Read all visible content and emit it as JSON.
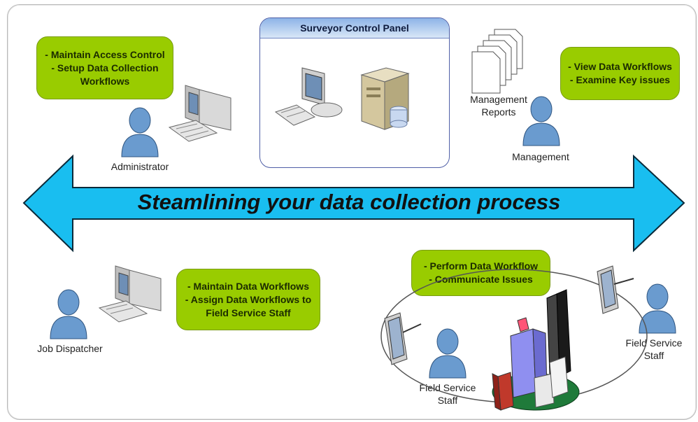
{
  "panel": {
    "title": "Surveyor Control Panel"
  },
  "callouts": {
    "administrator": [
      "- Maintain Access Control",
      "- Setup Data Collection",
      "Workflows"
    ],
    "management": [
      "- View Data Workflows",
      "- Examine Key issues"
    ],
    "dispatcher": [
      "- Maintain Data Workflows",
      "- Assign Data Workflows to",
      "Field Service Staff"
    ],
    "field_service": [
      "- Perform Data Workflow",
      "- Communicate Issues"
    ]
  },
  "labels": {
    "administrator": "Administrator",
    "management_reports": [
      "Management",
      "Reports"
    ],
    "management": "Management",
    "job_dispatcher": "Job Dispatcher",
    "field_service_left": [
      "Field Service",
      "Staff"
    ],
    "field_service_right": [
      "Field Service",
      "Staff"
    ]
  },
  "banner": {
    "text": "Steamlining your data collection process"
  },
  "colors": {
    "arrow": "#19bef0",
    "callout": "#99cc00",
    "person": "#6a9bcf"
  },
  "icons": [
    "desktop-computer-icon",
    "server-icon",
    "document-stack-icon",
    "person-icon",
    "tablet-icon",
    "city-buildings-icon"
  ]
}
